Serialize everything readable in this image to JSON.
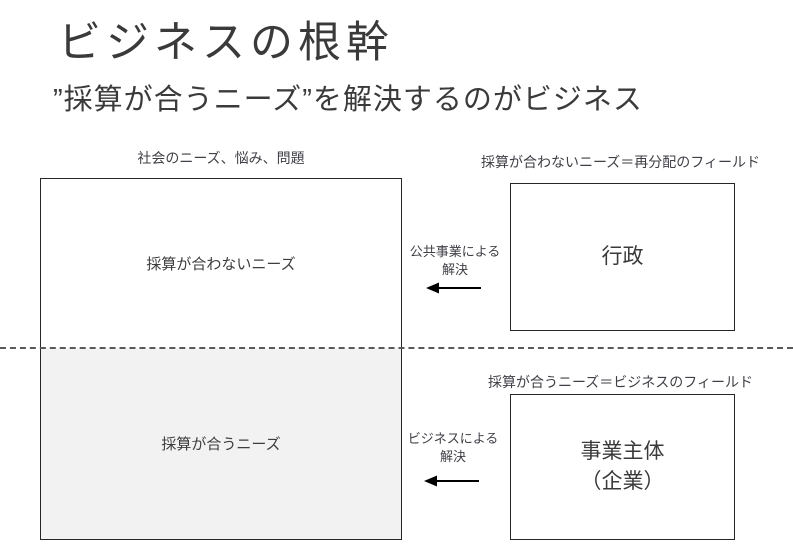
{
  "slide": {
    "title": "ビジネスの根幹",
    "subtitle": "”採算が合うニーズ”を解決するのがビジネス"
  },
  "left_panel": {
    "caption": "社会のニーズ、悩み、問題",
    "top_section_label": "採算が合わないニーズ",
    "bottom_section_label": "採算が合うニーズ"
  },
  "right_top": {
    "caption": "採算が合わないニーズ＝再分配のフィールド",
    "box_label": "行政",
    "arrow_label_line1": "公共事業による",
    "arrow_label_line2": "解決"
  },
  "right_bottom": {
    "caption": "採算が合うニーズ＝ビジネスのフィールド",
    "box_label_line1": "事業主体",
    "box_label_line2": "（企業）",
    "arrow_label_line1": "ビジネスによる",
    "arrow_label_line2": "解決"
  },
  "colors": {
    "text": "#3a3a3a",
    "box_border": "#262626",
    "shaded_section_fill": "#f2f2f2",
    "dashed_line": "#595959",
    "arrow": "#000000"
  }
}
